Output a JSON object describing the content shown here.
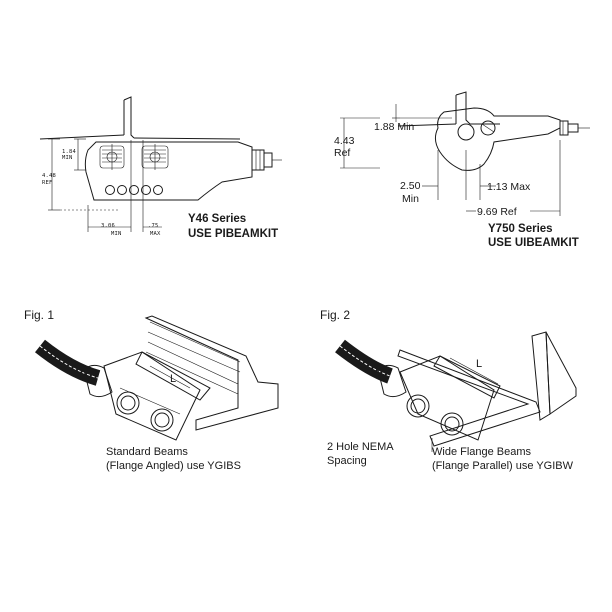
{
  "top_left": {
    "series_label": "Y46 Series",
    "kit_label": "USE PIBEAMKIT",
    "dim_184": "1.84",
    "dim_184_sub": "MIN",
    "dim_448": "4.48",
    "dim_448_sub": "REF",
    "dim_306": "3.06",
    "dim_306_sub": "MIN",
    "dim_75": ".75",
    "dim_75_sub": "MAX"
  },
  "top_right": {
    "dim_188": "1.88 Min",
    "dim_443": "4.43",
    "dim_443_sub": "Ref",
    "dim_250": "2.50",
    "dim_250_sub": "Min",
    "dim_113": "1.13 Max",
    "dim_969": "9.69 Ref",
    "series_label": "Y750 Series",
    "kit_label": "USE UIBEAMKIT"
  },
  "fig1": {
    "title": "Fig. 1",
    "length_label": "L",
    "caption_line1": "Standard Beams",
    "caption_line2": "(Flange Angled) use YGIBS"
  },
  "fig2": {
    "title": "Fig. 2",
    "length_label": "L",
    "nema_line1": "2 Hole NEMA",
    "nema_line2": "Spacing",
    "caption_line1": "Wide Flange Beams",
    "caption_line2": "(Flange Parallel) use YGIBW"
  }
}
